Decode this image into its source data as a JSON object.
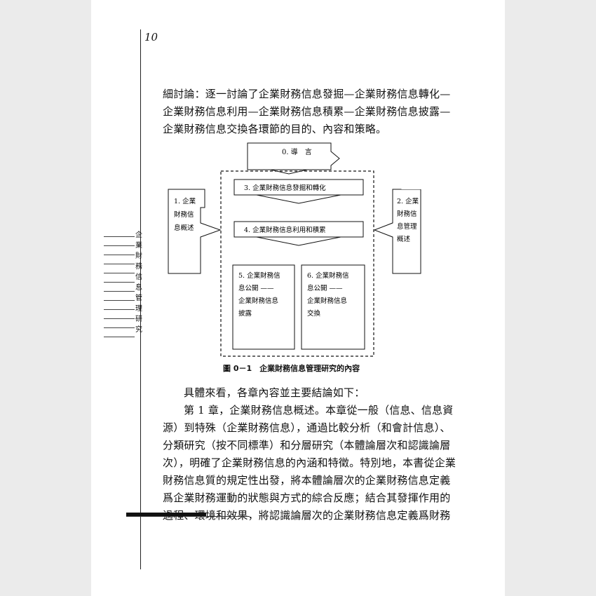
{
  "page_number": "10",
  "side_title": [
    "企",
    "業",
    "財",
    "務",
    "信",
    "息",
    "管",
    "理",
    "研",
    "究"
  ],
  "paragraph1": [
    "細討論：逐一討論了企業財務信息發掘—企業財務信息轉化—",
    "企業財務信息利用—企業財務信息積累—企業財務信息披露—",
    "企業財務信息交換各環節的目的、內容和策略。"
  ],
  "diagram": {
    "intro": "0. 導　言",
    "left_box": [
      "1. 企業",
      "財務信",
      "息概述"
    ],
    "right_box": [
      "2. 企業",
      "財務信",
      "息管理",
      "概述"
    ],
    "box3": "3. 企業財務信息發掘和轉化",
    "box4": "4. 企業財務信息利用和積累",
    "box5": [
      "5. 企業財務信",
      "息公開 ——",
      "企業財務信息",
      "披露"
    ],
    "box6": [
      "6. 企業財務信",
      "息公開 ——",
      "企業財務信息",
      "交換"
    ]
  },
  "caption": "圖 0－1　企業財務信息管理研究的內容",
  "paragraph2": [
    "具體來看，各章內容並主要結論如下：",
    "第 1 章，企業財務信息概述。本章從一般（信息、信息資",
    "源）到特殊（企業財務信息），通過比較分析（和會計信息）、",
    "分類研究（按不同標準）和分層研究（本體論層次和認識論層",
    "次），明確了企業財務信息的內涵和特徵。特別地，本書從企業",
    "財務信息質的規定性出發，將本體論層次的企業財務信息定義",
    "爲企業財務運動的狀態與方式的綜合反應；結合其發揮作用的",
    "過程、環境和效果，將認識論層次的企業財務信息定義爲財務"
  ]
}
